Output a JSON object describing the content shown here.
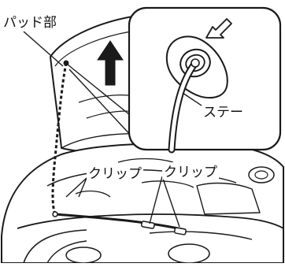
{
  "labels": {
    "pad": "パッド部",
    "stay": "ステー",
    "clip_left": "クリップ",
    "clip_right": "クリップ"
  },
  "colors": {
    "line": "#1a1a1a",
    "background": "#ffffff",
    "arrow_fill": "#1a1a1a"
  },
  "icons": {
    "up_arrow": "up-arrow-icon",
    "pointer_arrow": "pointer-arrow-icon"
  }
}
